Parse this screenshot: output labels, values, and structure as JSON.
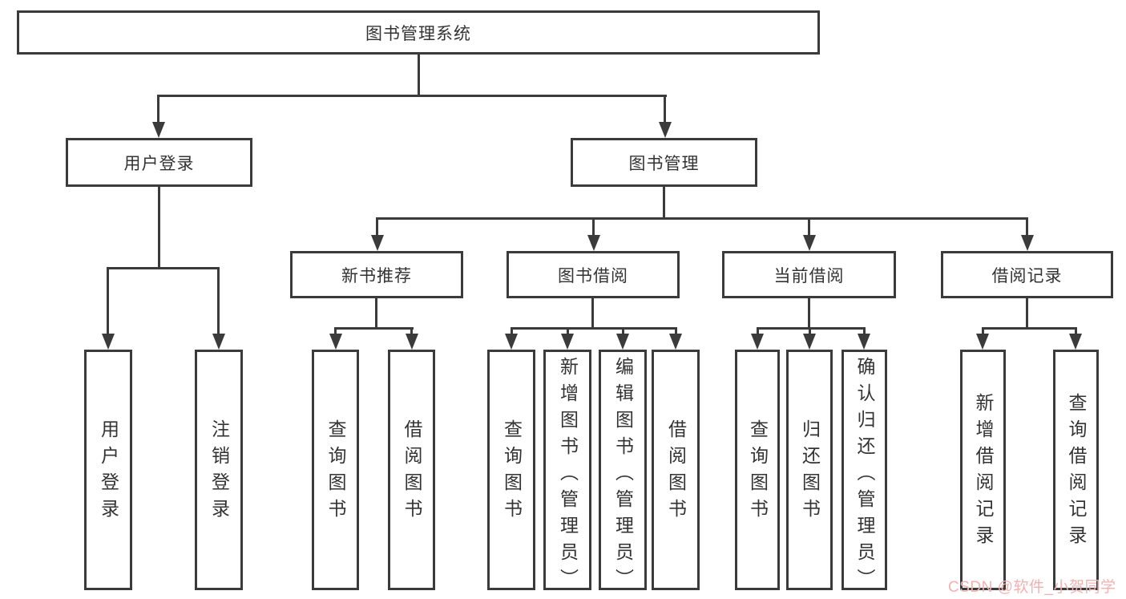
{
  "diagram": {
    "title_node": "图书管理系统",
    "nodes": {
      "root": "图书管理系统",
      "user_login": "用户登录",
      "book_management": "图书管理",
      "new_book_recommend": "新书推荐",
      "book_borrowing": "图书借阅",
      "current_borrowing": "当前借阅",
      "borrowing_records": "借阅记录",
      "leaf_user_login": "用户登录",
      "leaf_logout": "注销登录",
      "leaf_rec_query_books": "查询图书",
      "leaf_rec_borrow_books": "借阅图书",
      "leaf_bb_query_books": "查询图书",
      "leaf_bb_add_books": "新增图书（管理员）",
      "leaf_bb_edit_books": "编辑图书（管理员）",
      "leaf_bb_borrow_books": "借阅图书",
      "leaf_cb_query_books": "查询图书",
      "leaf_cb_return_books": "归还图书",
      "leaf_cb_confirm_return": "确认归还（管理员）",
      "leaf_br_add_record": "新增借阅记录",
      "leaf_br_query_record": "查询借阅记录"
    },
    "colors": {
      "line": "#3b3b3b",
      "text": "#333333",
      "background": "#ffffff",
      "watermark": "#f2b1b1"
    }
  },
  "watermark": {
    "text": "CSDN @软件_小贺同学"
  }
}
